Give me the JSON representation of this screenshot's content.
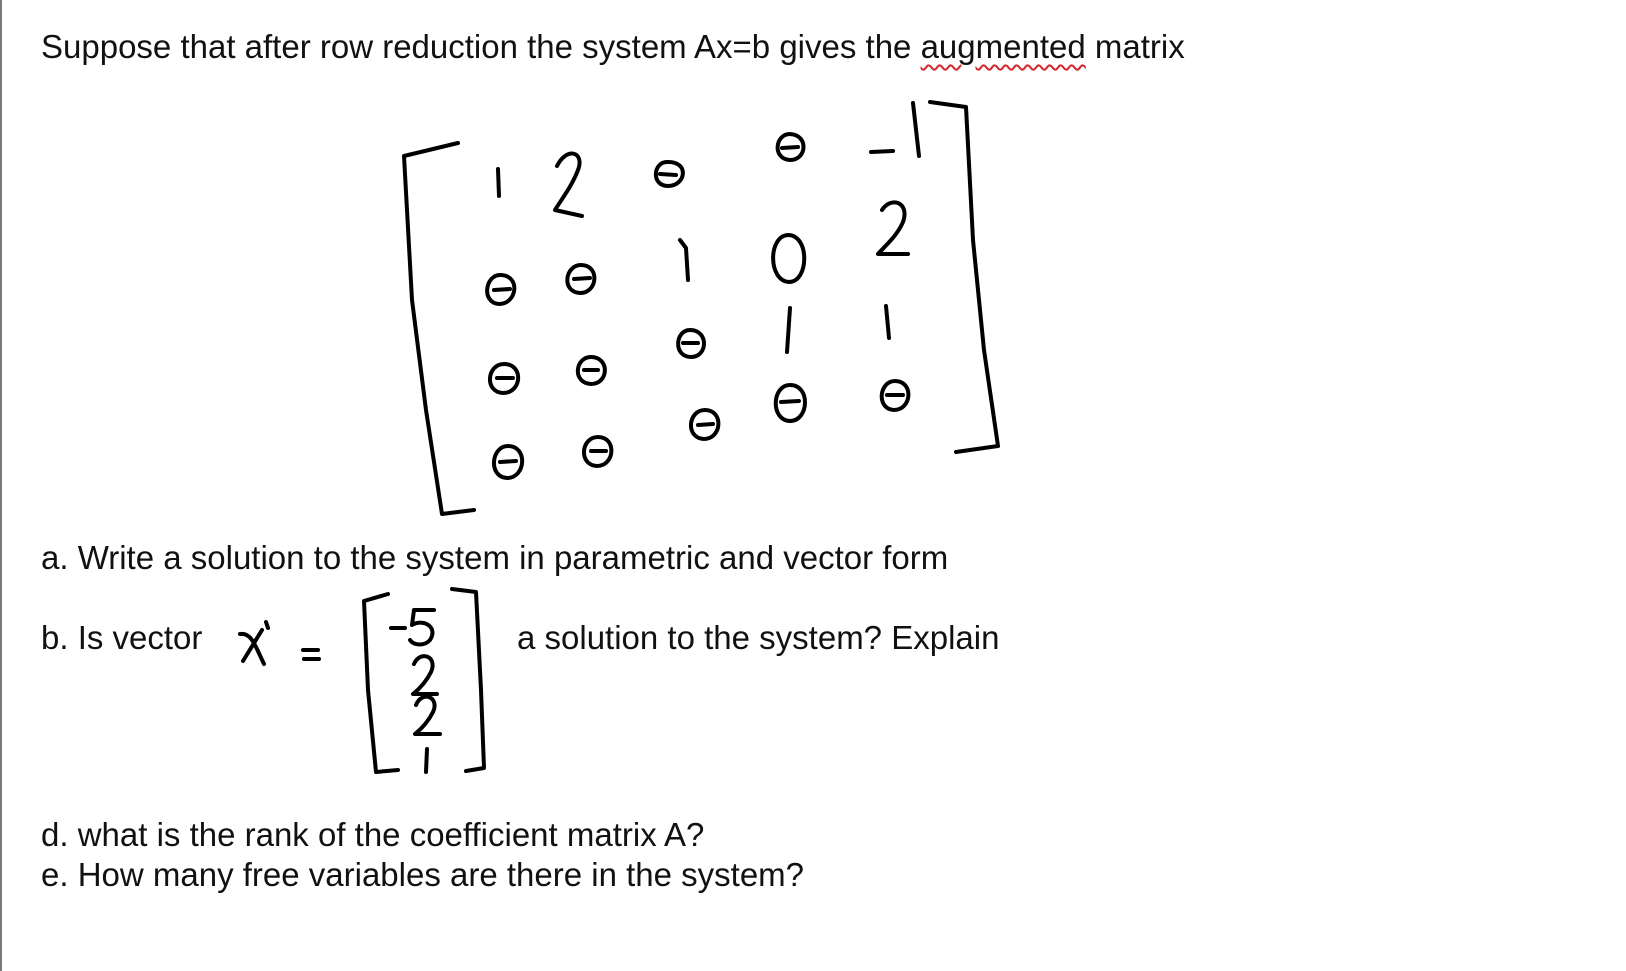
{
  "intro": {
    "before": "Suppose that after row reduction the system Ax=b gives the ",
    "misspelled_word": "augmented",
    "after": " matrix",
    "spellcheck_color": "#d4262b"
  },
  "augmented_matrix": {
    "rows": [
      [
        "1",
        "2",
        "0",
        "0",
        "-1"
      ],
      [
        "0",
        "0",
        "1",
        "0",
        "2"
      ],
      [
        "0",
        "0",
        "0",
        "1",
        "1"
      ],
      [
        "0",
        "0",
        "0",
        "0",
        "0"
      ]
    ]
  },
  "question_a": "a. Write a solution to the system in parametric and vector form",
  "question_b": {
    "prefix": "b. Is vector",
    "vector_name": "x",
    "equals": "=",
    "vector_entries": [
      "-5",
      "2",
      "2",
      "1"
    ],
    "suffix": "a solution to the system? Explain"
  },
  "question_d": "d. what is the rank of the coefficient matrix A?",
  "question_e": "e. How many free variables are there in the system?",
  "ink_color": "#000000"
}
